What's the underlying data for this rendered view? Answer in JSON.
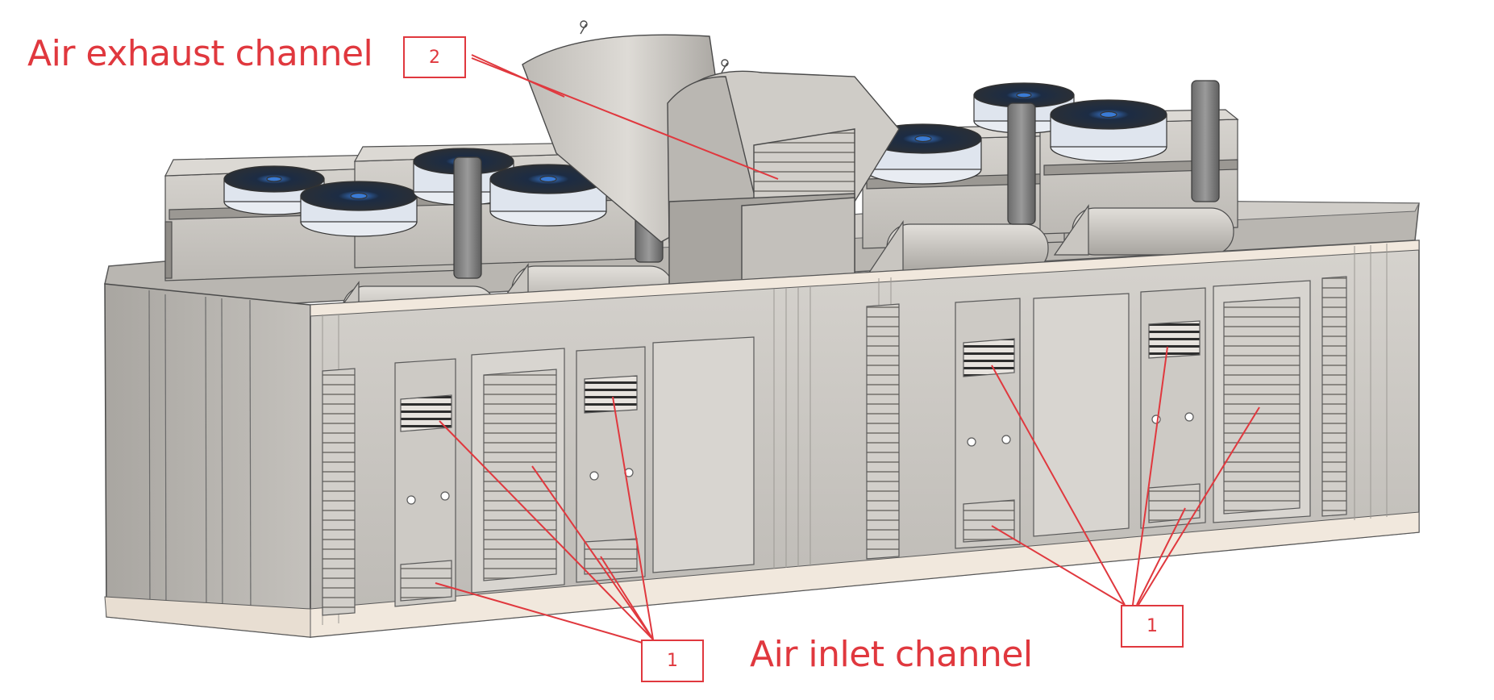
{
  "captions": {
    "exhaust": "Air exhaust channel",
    "inlet": "Air inlet channel"
  },
  "callouts": {
    "exhaust_label": "2",
    "inlet_left_label": "1",
    "inlet_right_label": "1"
  },
  "colors": {
    "annotation": "#e0383e",
    "body": "#c9c6c1",
    "body_dark": "#8f8c87",
    "body_light": "#e4e1dc",
    "trim": "#f1e8dd",
    "fan_blue": "#3a7bd5"
  }
}
